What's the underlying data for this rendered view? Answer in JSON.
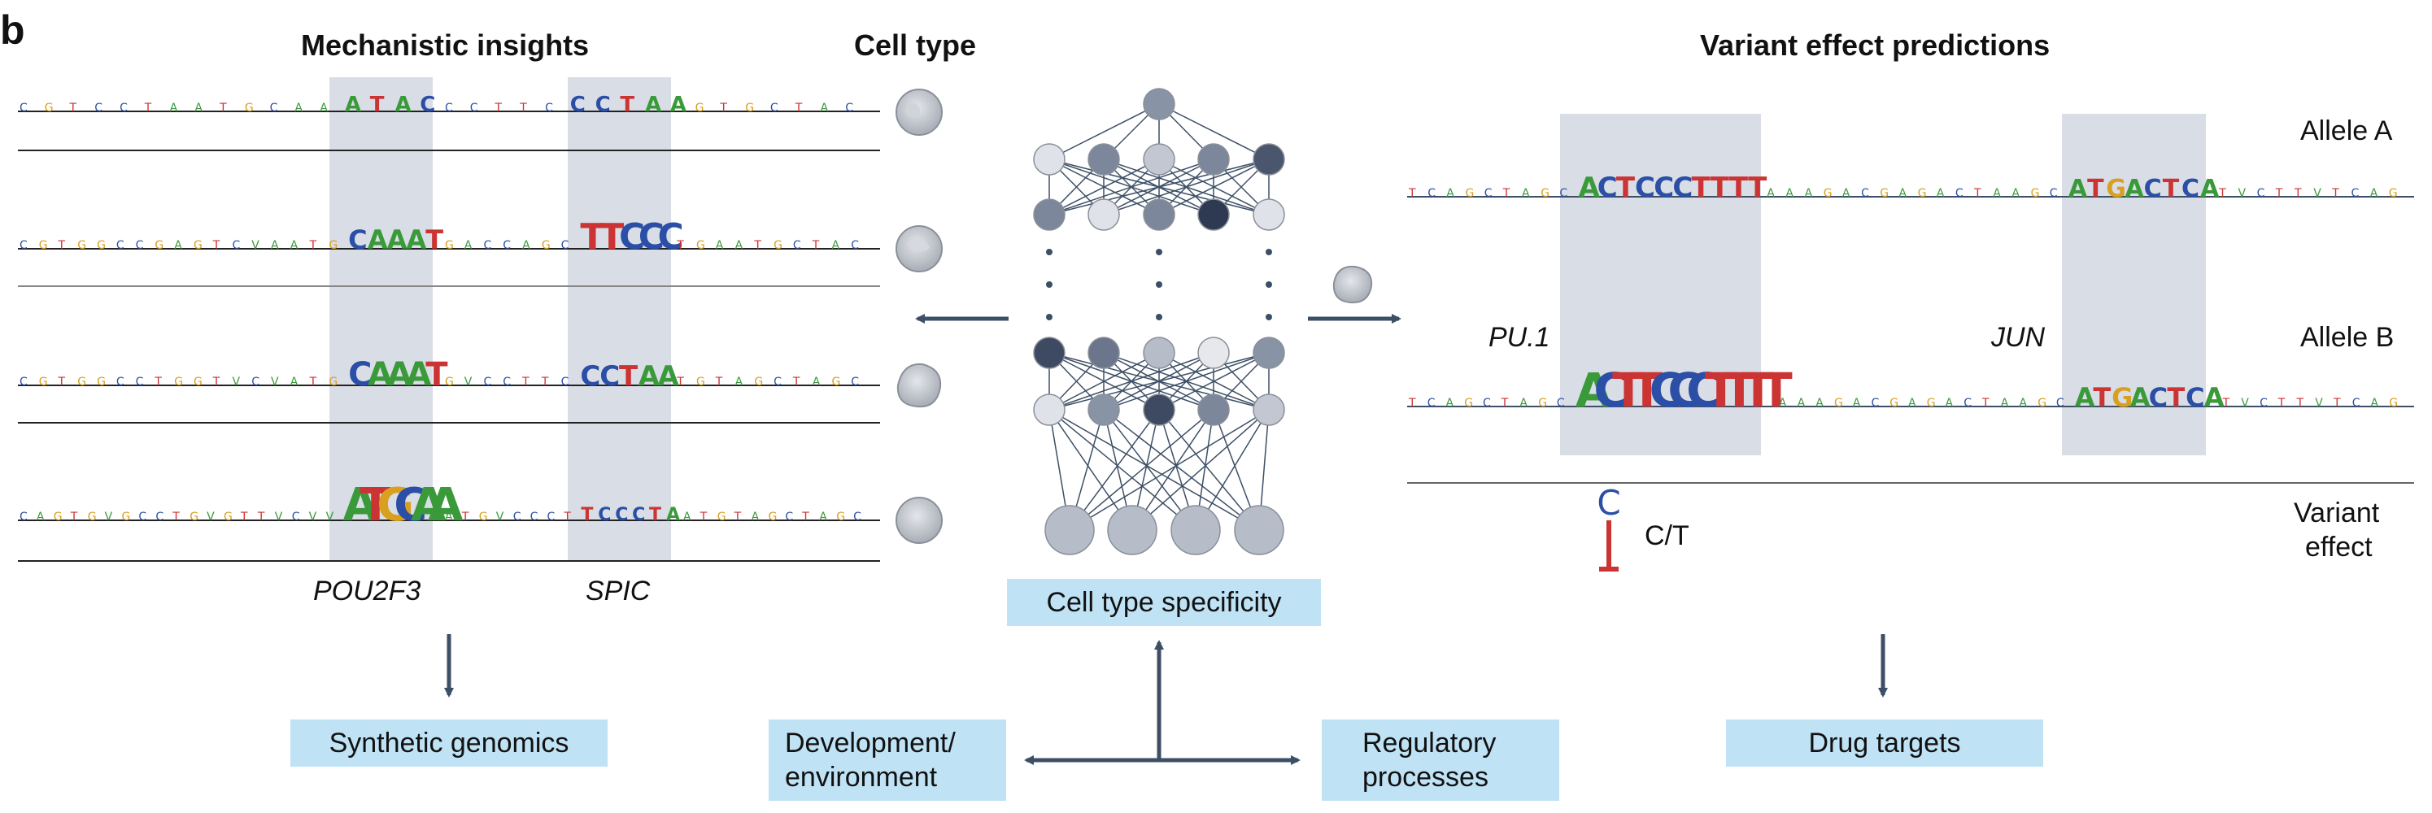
{
  "panel_label": "b",
  "headers": {
    "mechanistic": "Mechanistic insights",
    "cell_type": "Cell type",
    "variant": "Variant effect predictions"
  },
  "motif_labels": {
    "left_1": "POU2F3",
    "left_2": "SPIC",
    "right_1": "PU.1",
    "right_2": "JUN"
  },
  "allele_labels": {
    "a": "Allele A",
    "b": "Allele B",
    "variant_effect_line1": "Variant",
    "variant_effect_line2": "effect",
    "substitution": "C/T"
  },
  "sequences": {
    "left_row1": "CGTCCTAATGCAAATACCCTTCCCTAAGTGCTAC",
    "left_row2": "CGTGGCCGAGTCVAATGCAAATGACCAGCTTCCCTGAATGCTAC",
    "left_row3": "CGTGGCCTGGTVCVATGCAAATGVCCTTCCCTAATGTAGCTAGC",
    "left_row4": "CAGTGVGCCTGVGTTVCVVATGCAAATGVCCCTTCCCTAATGTAGCTAGC",
    "right_a": "TCAGCTAGCACTCCCTTTTAAAGACGAGACTAAGCATGACTCATVCTTVTCAG",
    "right_b": "TCAGCTAGCACTTCCCTTTTAAAGACGAGACTAAGCATGACTCATVCTTVTCAG"
  },
  "outputs": {
    "synthetic": "Synthetic genomics",
    "development": "Development/ environment",
    "cell_specificity": "Cell type specificity",
    "regulatory": "Regulatory processes",
    "drug": "Drug targets"
  },
  "colors": {
    "A": "#3a9a3a",
    "C": "#2b4ea6",
    "G": "#d9a020",
    "T": "#cc3333",
    "highlight": "#d9dde6",
    "box": "#bfe2f5",
    "arrow": "#3d4f66"
  },
  "icons": [
    "cell-icon",
    "neural-network-icon",
    "arrow-icon"
  ]
}
